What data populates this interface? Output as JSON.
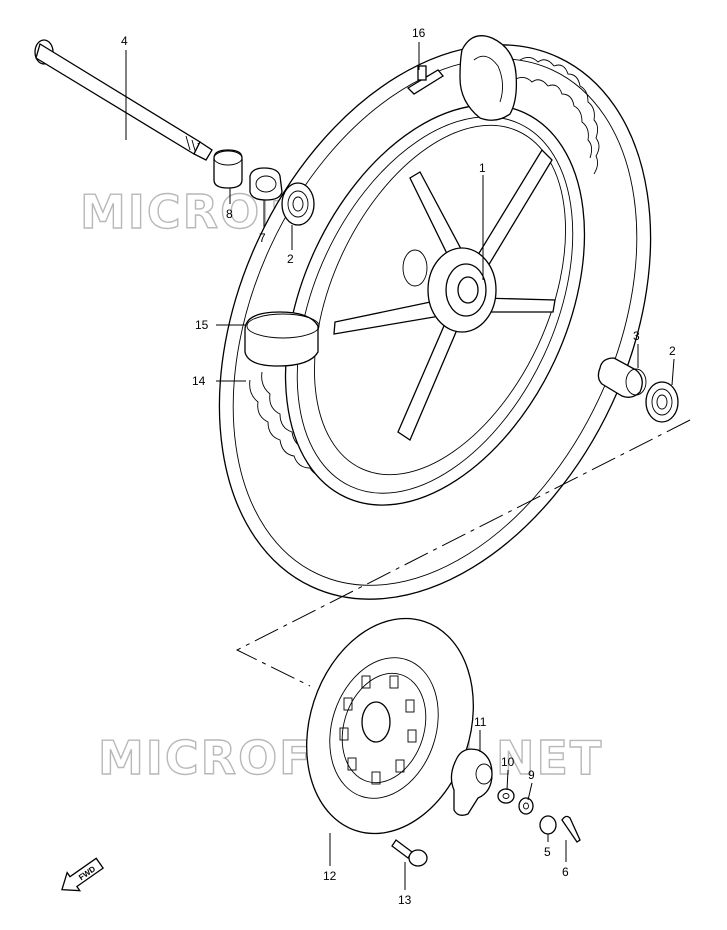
{
  "watermark": {
    "text": "MICROFICHES.NET"
  },
  "callouts": [
    {
      "id": "part-1",
      "label": "1"
    },
    {
      "id": "part-2a",
      "label": "2"
    },
    {
      "id": "part-2b",
      "label": "2"
    },
    {
      "id": "part-3",
      "label": "3"
    },
    {
      "id": "part-4",
      "label": "4"
    },
    {
      "id": "part-5",
      "label": "5"
    },
    {
      "id": "part-6",
      "label": "6"
    },
    {
      "id": "part-7",
      "label": "7"
    },
    {
      "id": "part-8",
      "label": "8"
    },
    {
      "id": "part-9",
      "label": "9"
    },
    {
      "id": "part-10",
      "label": "10"
    },
    {
      "id": "part-11",
      "label": "11"
    },
    {
      "id": "part-12",
      "label": "12"
    },
    {
      "id": "part-13",
      "label": "13"
    },
    {
      "id": "part-14",
      "label": "14"
    },
    {
      "id": "part-15",
      "label": "15"
    },
    {
      "id": "part-16",
      "label": "16"
    }
  ],
  "direction_indicator": {
    "label": "FWD"
  }
}
